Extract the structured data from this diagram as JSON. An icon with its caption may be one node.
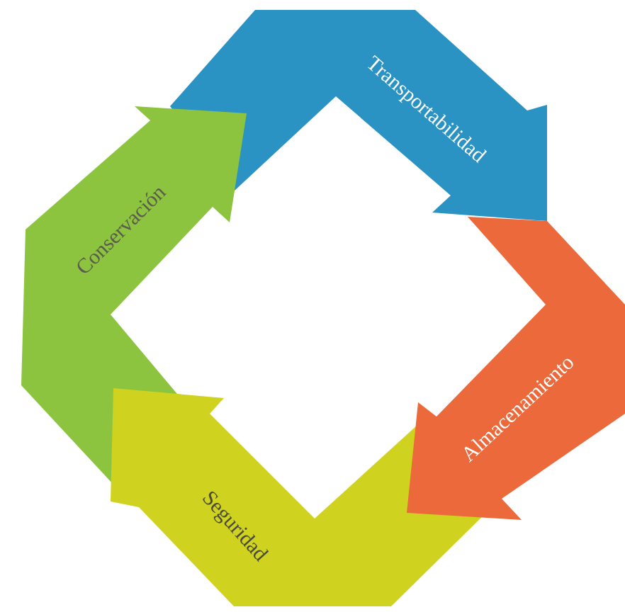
{
  "diagram": {
    "nodes": [
      {
        "text": [
          "Transportabilidad"
        ]
      },
      {
        "text": [
          "Almacenamiento"
        ]
      },
      {
        "text": [
          "Seguridad"
        ]
      },
      {
        "text": [
          "Conservación"
        ]
      }
    ]
  }
}
